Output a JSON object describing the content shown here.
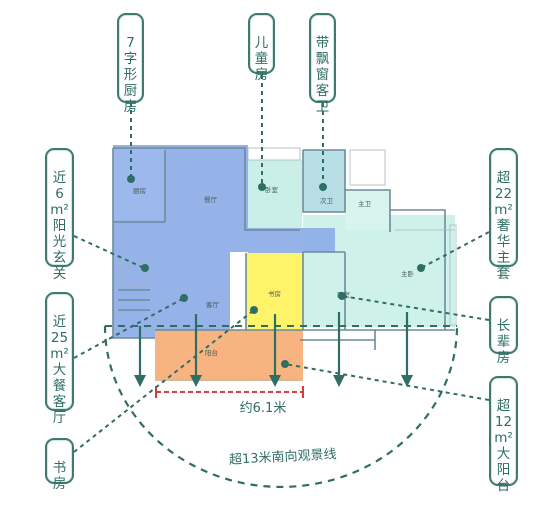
{
  "callouts": {
    "kitchen": "7\n字\n形\n厨\n房",
    "kids_room": "儿\n童\n房",
    "bath_window": "带\n飘\n窗\n客\n卫",
    "entrance": "近\n6\nm²\n阳\n光\n玄\n关",
    "master_suite": "超\n22\nm²\n奢\n华\n主\n套",
    "dining_living": "近\n25\nm²\n大\n餐\n客\n厅",
    "elder_room": "长\n辈\n房",
    "study": "书\n房",
    "balcony": "超\n12\nm²\n大\n阳\n台"
  },
  "rooms": {
    "kitchen": "厨房",
    "dining": "餐厅",
    "bedroom_small": "卧室",
    "guest_bath": "次卫",
    "master_bath": "主卫",
    "master_bed": "主卧",
    "living": "客厅",
    "study": "书房",
    "elder": "卧室",
    "balcony": "阳台"
  },
  "labels": {
    "width": "约6.1米",
    "view_line": "超13米南向观景线"
  },
  "colors": {
    "blue_zone": "#8faee8",
    "teal_zone": "#c9efe8",
    "study_yellow": "#fff36a",
    "balcony_orange": "#f7b07a",
    "accent_green": "#2f6e64",
    "dimension_red": "#d63a3a"
  }
}
